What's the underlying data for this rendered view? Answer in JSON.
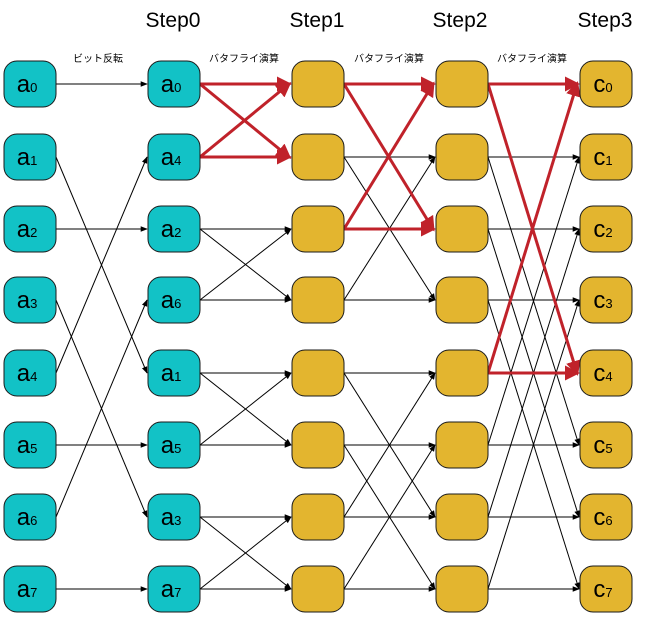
{
  "step_titles": [
    "Step0",
    "Step1",
    "Step2",
    "Step3"
  ],
  "op_labels": [
    "ビット反転",
    "バタフライ演算",
    "バタフライ演算",
    "バタフライ演算"
  ],
  "colors": {
    "input_fill": "#12c2c6",
    "butterfly_fill": "#e3b52f",
    "node_stroke": "#1a1a1a",
    "thin_edge": "#000000",
    "highlight_edge": "#c0222a"
  },
  "columns": [
    {
      "id": "input",
      "fill": "input",
      "nodes": [
        {
          "letter": "a",
          "sub": "0"
        },
        {
          "letter": "a",
          "sub": "1"
        },
        {
          "letter": "a",
          "sub": "2"
        },
        {
          "letter": "a",
          "sub": "3"
        },
        {
          "letter": "a",
          "sub": "4"
        },
        {
          "letter": "a",
          "sub": "5"
        },
        {
          "letter": "a",
          "sub": "6"
        },
        {
          "letter": "a",
          "sub": "7"
        }
      ]
    },
    {
      "id": "step0",
      "fill": "input",
      "nodes": [
        {
          "letter": "a",
          "sub": "0"
        },
        {
          "letter": "a",
          "sub": "4"
        },
        {
          "letter": "a",
          "sub": "2"
        },
        {
          "letter": "a",
          "sub": "6"
        },
        {
          "letter": "a",
          "sub": "1"
        },
        {
          "letter": "a",
          "sub": "5"
        },
        {
          "letter": "a",
          "sub": "3"
        },
        {
          "letter": "a",
          "sub": "7"
        }
      ]
    },
    {
      "id": "step1",
      "fill": "butterfly",
      "nodes": [
        {},
        {},
        {},
        {},
        {},
        {},
        {},
        {}
      ]
    },
    {
      "id": "step2",
      "fill": "butterfly",
      "nodes": [
        {},
        {},
        {},
        {},
        {},
        {},
        {},
        {}
      ]
    },
    {
      "id": "step3",
      "fill": "butterfly",
      "nodes": [
        {
          "letter": "c",
          "sub": "0"
        },
        {
          "letter": "c",
          "sub": "1"
        },
        {
          "letter": "c",
          "sub": "2"
        },
        {
          "letter": "c",
          "sub": "3"
        },
        {
          "letter": "c",
          "sub": "4"
        },
        {
          "letter": "c",
          "sub": "5"
        },
        {
          "letter": "c",
          "sub": "6"
        },
        {
          "letter": "c",
          "sub": "7"
        }
      ]
    }
  ],
  "stages": [
    {
      "edges": [
        [
          0,
          0
        ],
        [
          1,
          4
        ],
        [
          2,
          2
        ],
        [
          3,
          6
        ],
        [
          4,
          1
        ],
        [
          5,
          5
        ],
        [
          6,
          3
        ],
        [
          7,
          7
        ]
      ],
      "highlight": []
    },
    {
      "edges": [
        [
          0,
          0
        ],
        [
          0,
          1
        ],
        [
          1,
          0
        ],
        [
          1,
          1
        ],
        [
          2,
          2
        ],
        [
          2,
          3
        ],
        [
          3,
          2
        ],
        [
          3,
          3
        ],
        [
          4,
          4
        ],
        [
          4,
          5
        ],
        [
          5,
          4
        ],
        [
          5,
          5
        ],
        [
          6,
          6
        ],
        [
          6,
          7
        ],
        [
          7,
          6
        ],
        [
          7,
          7
        ]
      ],
      "highlight": [
        [
          0,
          0
        ],
        [
          0,
          1
        ],
        [
          1,
          0
        ],
        [
          1,
          1
        ]
      ]
    },
    {
      "edges": [
        [
          0,
          0
        ],
        [
          0,
          2
        ],
        [
          1,
          1
        ],
        [
          1,
          3
        ],
        [
          2,
          0
        ],
        [
          2,
          2
        ],
        [
          3,
          1
        ],
        [
          3,
          3
        ],
        [
          4,
          4
        ],
        [
          4,
          6
        ],
        [
          5,
          5
        ],
        [
          5,
          7
        ],
        [
          6,
          4
        ],
        [
          6,
          6
        ],
        [
          7,
          5
        ],
        [
          7,
          7
        ]
      ],
      "highlight": [
        [
          0,
          0
        ],
        [
          0,
          2
        ],
        [
          2,
          0
        ],
        [
          2,
          2
        ]
      ]
    },
    {
      "edges": [
        [
          0,
          0
        ],
        [
          0,
          4
        ],
        [
          1,
          1
        ],
        [
          1,
          5
        ],
        [
          2,
          2
        ],
        [
          2,
          6
        ],
        [
          3,
          3
        ],
        [
          3,
          7
        ],
        [
          4,
          0
        ],
        [
          4,
          4
        ],
        [
          5,
          1
        ],
        [
          5,
          5
        ],
        [
          6,
          2
        ],
        [
          6,
          6
        ],
        [
          7,
          3
        ],
        [
          7,
          7
        ]
      ],
      "highlight": [
        [
          0,
          0
        ],
        [
          0,
          4
        ],
        [
          4,
          0
        ],
        [
          4,
          4
        ]
      ]
    }
  ]
}
